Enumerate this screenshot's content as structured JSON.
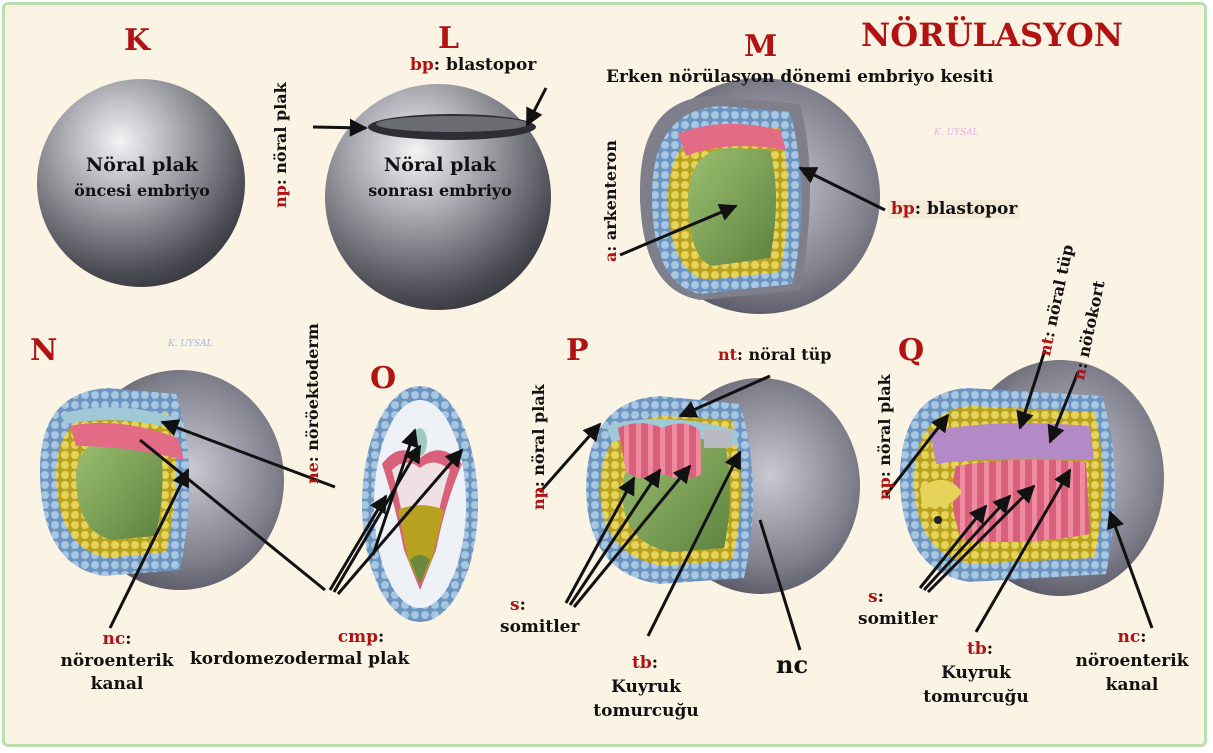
{
  "title": "NÖRÜLASYON",
  "colors": {
    "title": "#b31212",
    "abbreviation": "#b31212",
    "text": "#111111",
    "background": "#fbf4e4",
    "border": "#b9dfae",
    "ectoderm": "#7da3c8",
    "mesoderm": "#d9c63e",
    "endoderm": "#7aa05a",
    "neural": "#d9607b",
    "embryo_grey": "#8b8b92"
  },
  "panels": {
    "K": {
      "letter": "K",
      "line1": "Nöral plak",
      "line2": "öncesi embriyo"
    },
    "L": {
      "letter": "L",
      "abbr": "bp",
      "term": ": blastopor",
      "np_abbr": "np",
      "np_term": ": nöral plak",
      "line1": "Nöral plak",
      "line2": "sonrası embriyo"
    },
    "M": {
      "letter": "M",
      "subtitle": "Erken nörülasyon dönemi embriyo kesiti",
      "a_abbr": "a",
      "a_term": ": arkenteron",
      "bp_abbr": "bp",
      "bp_term": ": blastopor"
    },
    "N": {
      "letter": "N",
      "ne_abbr": "ne",
      "ne_term": ": nöröektoderm",
      "nc_abbr": "nc",
      "nc_term": ":",
      "nc_line1": "nöroenterik",
      "nc_line2": "kanal"
    },
    "O": {
      "letter": "O",
      "cmp_abbr": "cmp",
      "cmp_term": ":",
      "cmp_line": "kordomezodermal plak"
    },
    "P": {
      "letter": "P",
      "nt_abbr": "nt",
      "nt_term": ": nöral tüp",
      "np_abbr": "np",
      "np_term": ": nöral plak",
      "s_abbr": "s",
      "s_term": ":",
      "s_line": "somitler",
      "tb_abbr": "tb",
      "tb_term": ":",
      "tb_line1": "Kuyruk",
      "tb_line2": "tomurcuğu",
      "nc_plain": "nc"
    },
    "Q": {
      "letter": "Q",
      "nt_abbr": "nt",
      "nt_term": ": nöral tüp",
      "n_abbr": "n",
      "n_term": ": nötokort",
      "np_abbr": "np",
      "np_term": ": nöral plak",
      "s_abbr": "s",
      "s_term": ":",
      "s_line": "somitler",
      "tb_abbr": "tb",
      "tb_term": ":",
      "tb_line1": "Kuyruk",
      "tb_line2": "tomurcuğu",
      "nc_abbr": "nc",
      "nc_term": ":",
      "nc_line1": "nöroenterik",
      "nc_line2": "kanal"
    }
  },
  "watermark": "K. UYSAL"
}
